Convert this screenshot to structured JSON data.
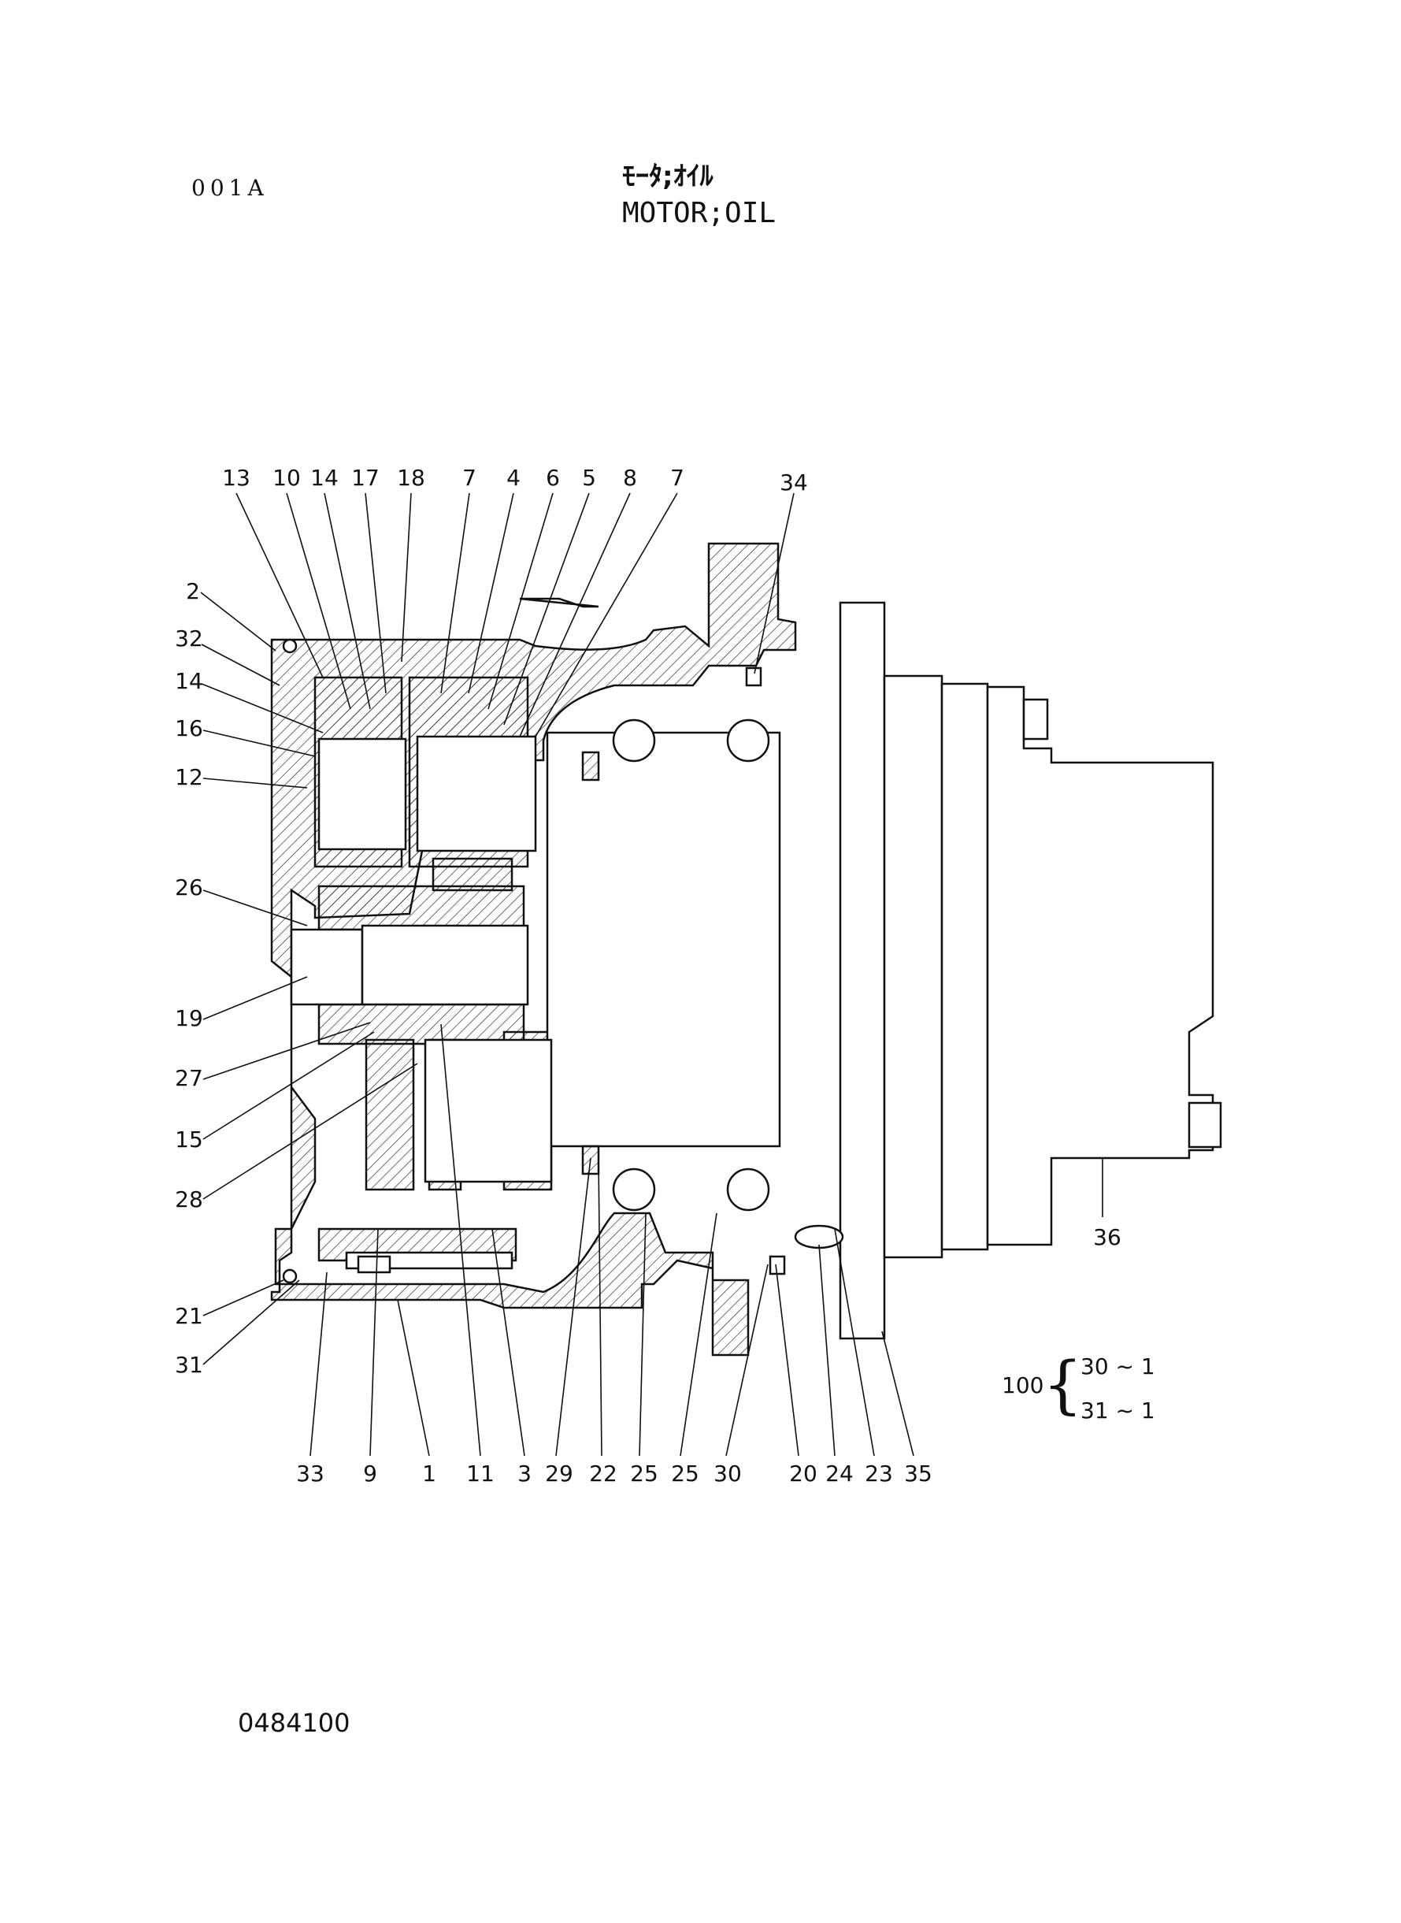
{
  "header": {
    "page_code": "001A",
    "title_jp": "ﾓｰﾀ;ｵｲﾙ",
    "title_en": "MOTOR;OIL"
  },
  "footer": {
    "drawing_number": "0484100"
  },
  "note": {
    "assembly_no": "100",
    "line1": "30 ~ 1",
    "line2": "31 ~ 1"
  },
  "callouts": {
    "top": [
      "13",
      "10",
      "14",
      "17",
      "18",
      "7",
      "4",
      "6",
      "5",
      "8",
      "7",
      "34"
    ],
    "left": [
      "2",
      "32",
      "14",
      "16",
      "12",
      "26",
      "19",
      "27",
      "15",
      "28",
      "21",
      "31"
    ],
    "bottom": [
      "33",
      "9",
      "1",
      "11",
      "3",
      "29",
      "22",
      "25",
      "25",
      "30",
      "20",
      "24",
      "23",
      "35"
    ],
    "right": [
      "36"
    ]
  }
}
